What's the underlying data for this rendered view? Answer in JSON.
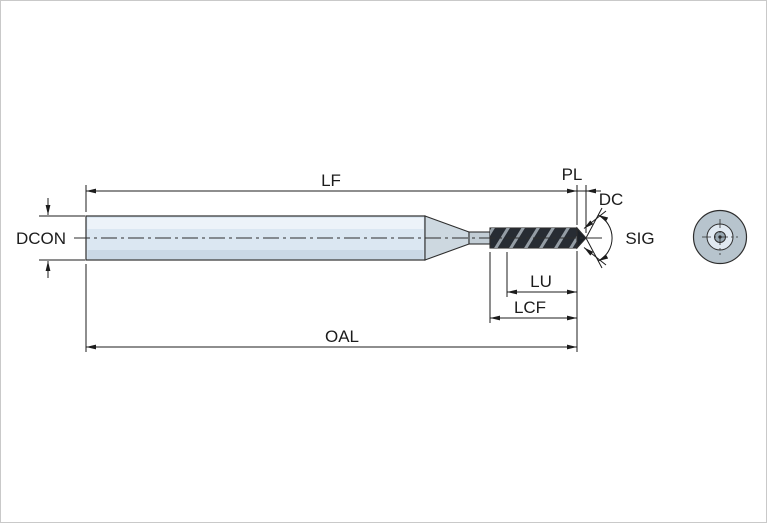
{
  "diagram": {
    "labels": {
      "lf": "LF",
      "pl": "PL",
      "dc": "DC",
      "sig": "SIG",
      "dcon": "DCON",
      "lu": "LU",
      "lcf": "LCF",
      "oal": "OAL"
    },
    "colors": {
      "background": "#ffffff",
      "outline": "#2e2e2e",
      "dimension": "#1c1c1c",
      "shank_fill": "#dbe7f2",
      "taper_fill": "#cdd8e0",
      "neck_fill": "#c2cdd5",
      "flute_fill": "#272c33",
      "flute_highlight": "#a8b2ba",
      "point_fill": "#1d2228",
      "endview_outer": "#b7c4cd",
      "endview_inner": "#e0e9f1",
      "endview_hub": "#97a7b1"
    }
  }
}
